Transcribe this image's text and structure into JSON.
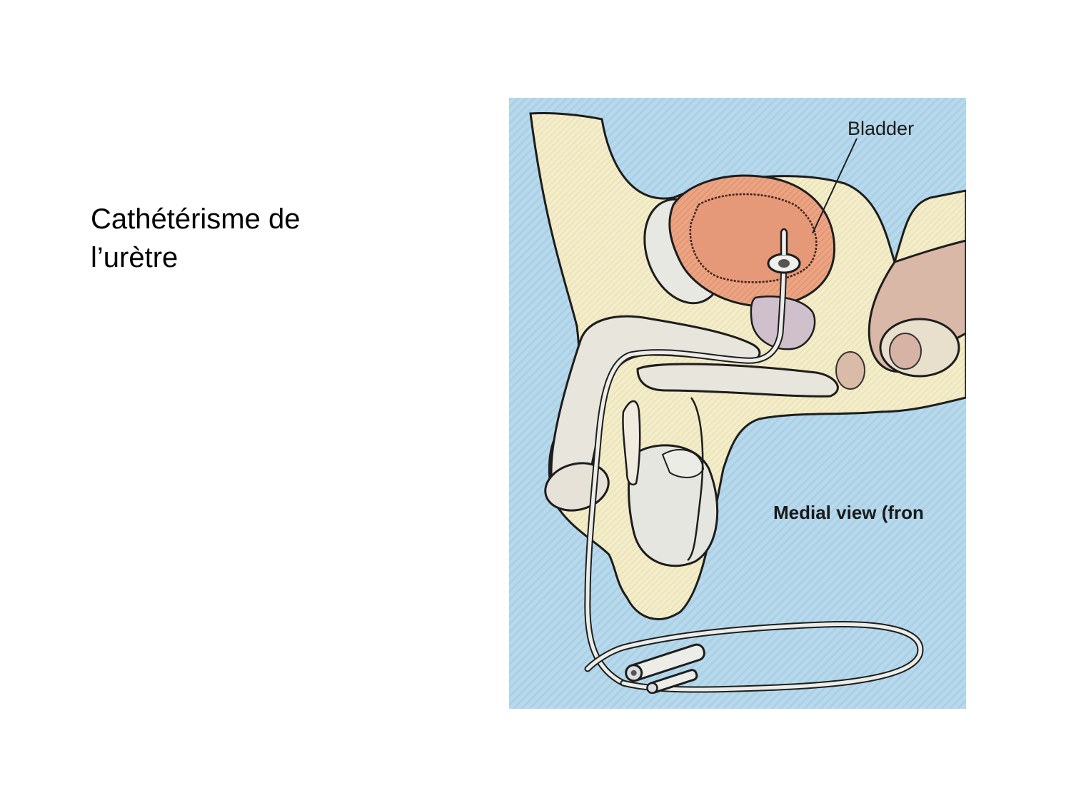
{
  "slide": {
    "title_lines": [
      "Cathétérisme de",
      "l’urètre"
    ],
    "background": "#ffffff"
  },
  "figure": {
    "labels": {
      "bladder": "Bladder",
      "view": "Medial view (fron"
    },
    "colors": {
      "background": "#b6d8ea",
      "tissue": "#f3ecc6",
      "bladder": "#e8a080",
      "prostate": "#cdbfca",
      "bone": "#e6e6e0",
      "catheter": "#e8e8e4"
    }
  }
}
